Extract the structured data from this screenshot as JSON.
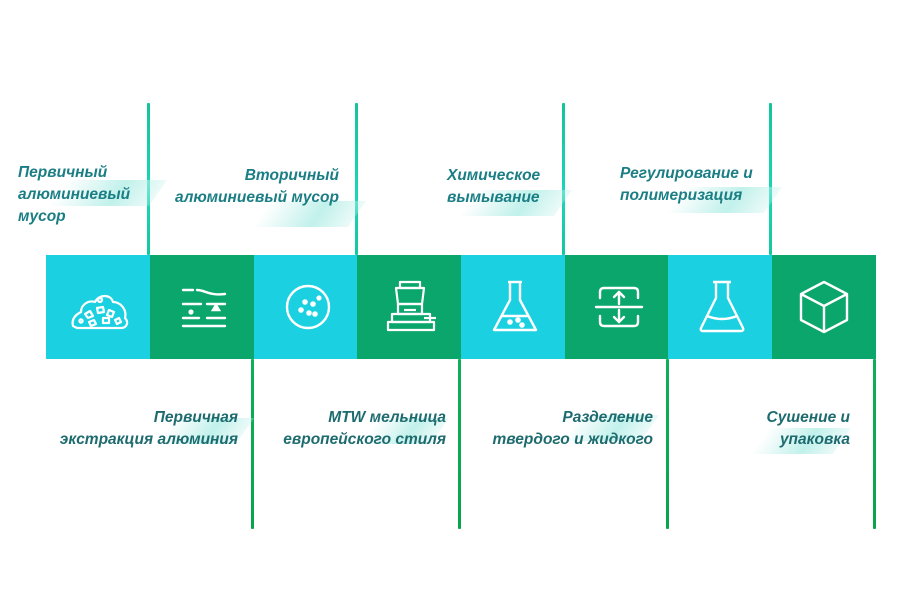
{
  "colors": {
    "light_segment": "#1bd1e1",
    "dark_segment": "#0ba66c",
    "top_line": "#19d7b6",
    "bottom_line": "#0aa34e",
    "label_text": "#1a7e84",
    "swoosh": "#c0f0ea"
  },
  "steps": [
    {
      "icon": "aluminum-scrap-pile-icon",
      "label_lines": [
        "Первичный",
        "алюминиевый",
        "мусор"
      ],
      "label_position": "top"
    },
    {
      "icon": "primary-extraction-icon",
      "label_lines": [
        "Первичная",
        "экстракция алюминия"
      ],
      "label_position": "bottom"
    },
    {
      "icon": "petri-dish-icon",
      "label_lines": [
        "Вторичный",
        "алюминиевый мусор"
      ],
      "label_position": "top"
    },
    {
      "icon": "grinding-mill-icon",
      "label_lines": [
        "MTW мельница",
        "европейского стиля"
      ],
      "label_position": "bottom"
    },
    {
      "icon": "chemical-flask-icon",
      "label_lines": [
        "Химическое",
        "вымывание"
      ],
      "label_position": "top"
    },
    {
      "icon": "separation-arrows-icon",
      "label_lines": [
        "Разделение",
        "твердого и жидкого"
      ],
      "label_position": "bottom"
    },
    {
      "icon": "polymerization-flask-icon",
      "label_lines": [
        "Регулирование и",
        "полимеризация"
      ],
      "label_position": "top"
    },
    {
      "icon": "package-box-icon",
      "label_lines": [
        "Сушение и",
        "упаковка"
      ],
      "label_position": "bottom"
    }
  ]
}
